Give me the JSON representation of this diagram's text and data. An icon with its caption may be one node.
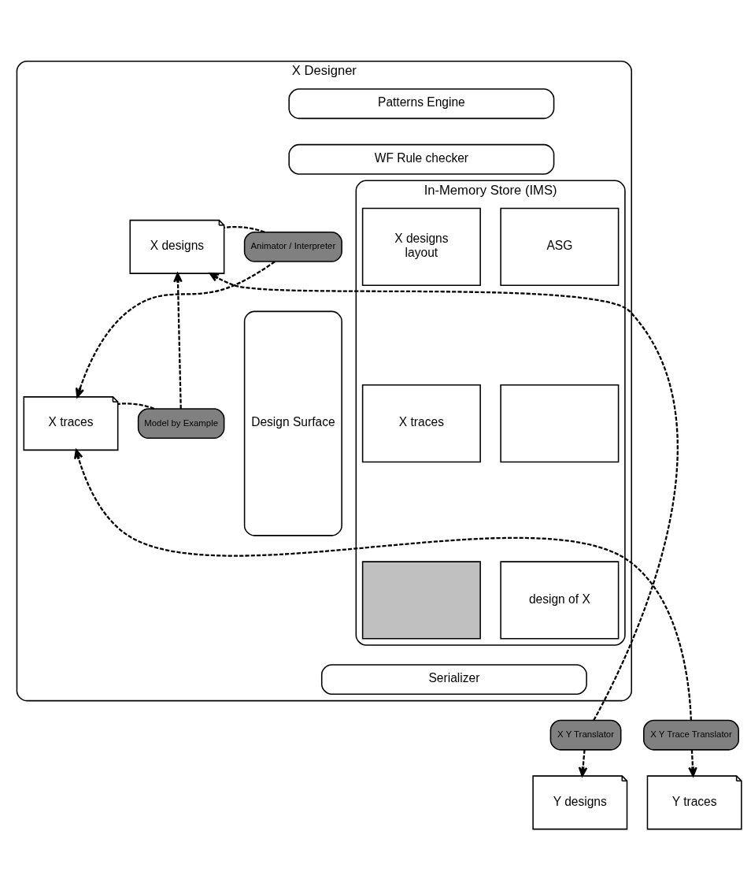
{
  "diagram": {
    "nodes": [
      {
        "text": [
          "X Designer"
        ]
      },
      {
        "text": [
          "Patterns Engine"
        ],
        "in": 0
      },
      {
        "text": [
          "WF Rule checker"
        ],
        "in": 0
      },
      {
        "text": [
          "Design Surface"
        ],
        "in": 0
      },
      {
        "text": [
          "In-Memory Store (IMS)"
        ],
        "in": 0
      },
      {
        "text": [
          "X designs",
          "layout"
        ],
        "in": 4
      },
      {
        "text": [
          "ASG"
        ],
        "in": 4
      },
      {
        "text": [
          "X traces"
        ],
        "in": 4
      },
      {
        "text": [],
        "shape": "box",
        "in": 4
      },
      {
        "text": [],
        "shape": "box",
        "in": 4
      },
      {
        "text": [
          "design of X"
        ],
        "in": 4
      },
      {
        "text": [
          "X designs"
        ],
        "in": 0
      },
      {
        "text": [
          "X traces"
        ],
        "in": 0
      },
      {
        "text": [
          "Serializer"
        ],
        "in": 0
      },
      {
        "text": [
          "Animator / Interpreter"
        ],
        "in": 0
      },
      {
        "text": [
          "Model by Example"
        ],
        "in": 0
      },
      {
        "text": [
          "X Y Translator"
        ]
      },
      {
        "text": [
          "X Y Trace Translator"
        ]
      },
      {
        "text": [
          "Y designs"
        ]
      },
      {
        "text": [
          "Y traces"
        ]
      }
    ],
    "edges": [
      {
        "from": 14,
        "to": 11,
        "arrow": "none",
        "style": "dashed"
      },
      {
        "from": 14,
        "to": 12,
        "arrow": "to",
        "style": "dashed"
      },
      {
        "from": 15,
        "to": 11,
        "arrow": "to",
        "style": "dashed"
      },
      {
        "from": 15,
        "to": 12,
        "arrow": "none",
        "style": "dashed"
      },
      {
        "from": 16,
        "to": 11,
        "arrow": "to",
        "style": "dashed"
      },
      {
        "from": 16,
        "to": 18,
        "arrow": "to",
        "style": "dashed"
      },
      {
        "from": 17,
        "to": 12,
        "arrow": "to",
        "style": "dashed"
      },
      {
        "from": 17,
        "to": 19,
        "arrow": "to",
        "style": "dashed"
      }
    ]
  }
}
